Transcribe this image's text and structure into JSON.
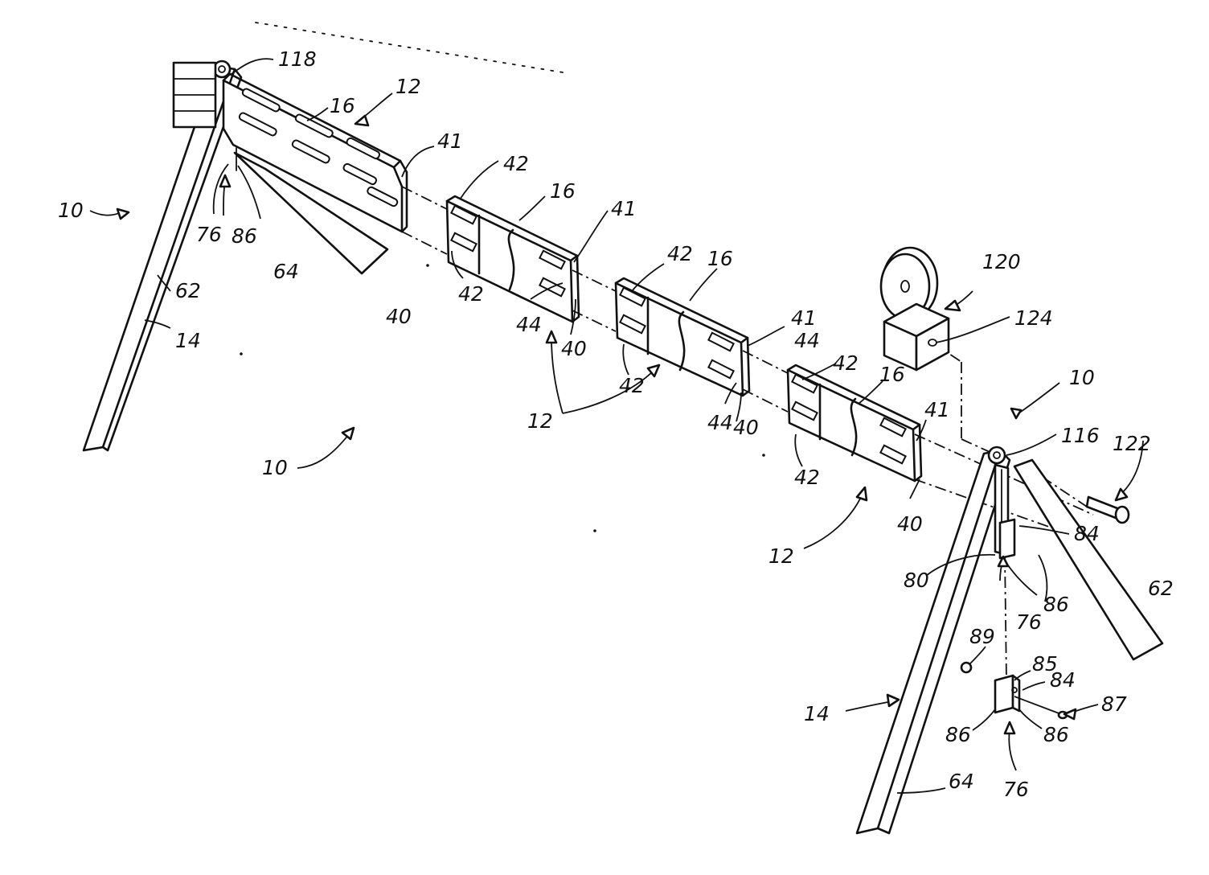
{
  "labels": {
    "l118": "118",
    "l16a": "16",
    "l12a": "12",
    "l41a": "41",
    "l42a": "42",
    "l16b": "16",
    "l41b": "41",
    "l10a": "10",
    "l76a": "76",
    "l86a": "86",
    "l64a": "64",
    "l40a": "40",
    "l42b": "42",
    "l62a": "62",
    "l14a": "14",
    "l44a": "44",
    "l40b": "40",
    "l42c": "42",
    "l16c": "16",
    "l120": "120",
    "l41c": "41",
    "l44b": "44",
    "l124": "124",
    "l42d": "42",
    "l42e": "42",
    "l16d": "16",
    "l10b": "10",
    "l44c": "44",
    "l40c": "40",
    "l12b": "12",
    "l41d": "41",
    "l116": "116",
    "l122": "122",
    "l10c": "10",
    "l42f": "42",
    "l12c": "12",
    "l40d": "40",
    "l84a": "84",
    "l80": "80",
    "l62b": "62",
    "l76b": "76",
    "l86b": "86",
    "l89": "89",
    "l85": "85",
    "l84b": "84",
    "l87": "87",
    "l14b": "14",
    "l86c": "86",
    "l86d": "86",
    "l64b": "64",
    "l76c": "76"
  }
}
